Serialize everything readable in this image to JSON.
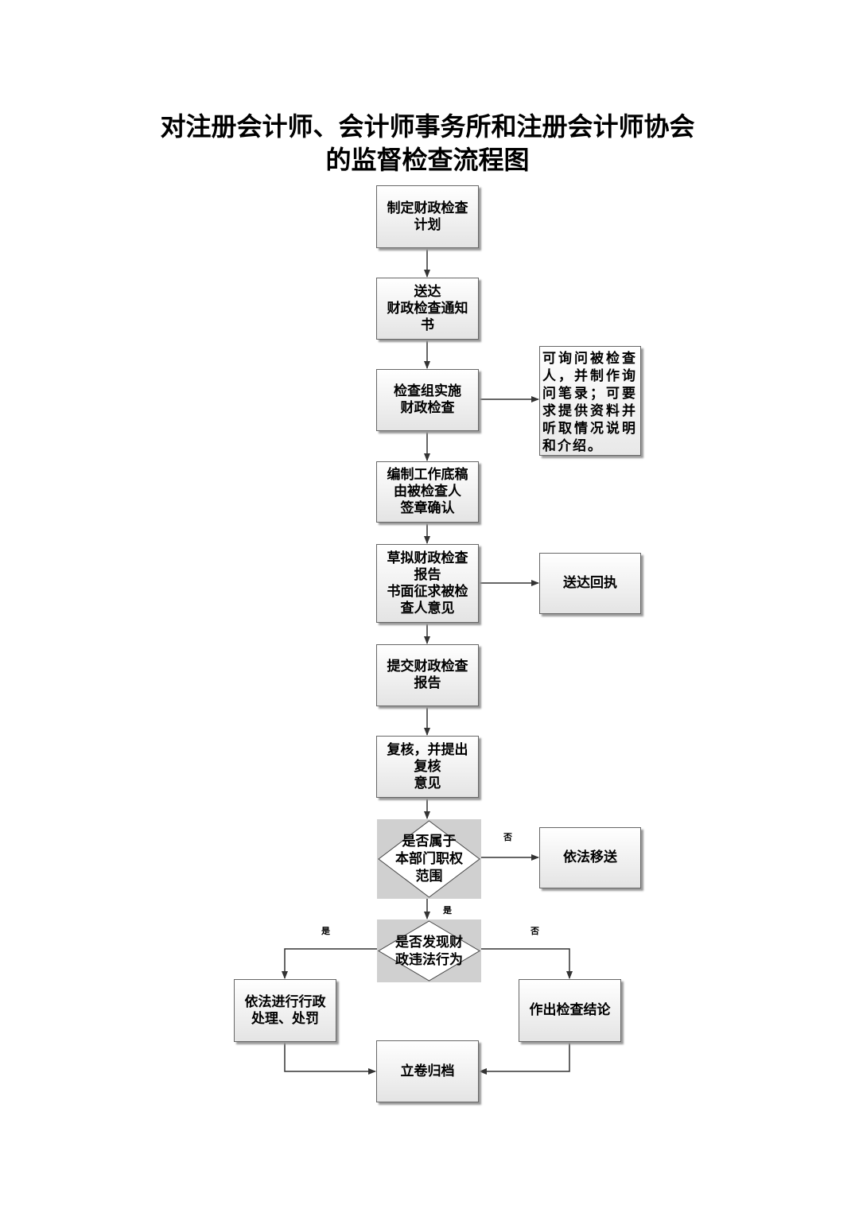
{
  "title": {
    "line1": "对注册会计师、会计师事务所和注册会计师协会",
    "line2": "的监督检查流程图"
  },
  "steps": {
    "plan": "制定财政检查\n计划",
    "notice": "送达\n财政检查通知\n书",
    "implement": "检查组实施\n财政检查",
    "interview_note": "可询问被检查人，并制作询问笔录；可要求提供资料并听取情况说明和介绍。",
    "working_papers": "编制工作底稿\n由被检查人\n签章确认",
    "draft_report": "草拟财政检查\n报告\n书面征求被检\n查人意见",
    "receipt": "送达回执",
    "submit_report": "提交财政检查\n报告",
    "review": "复核，并提出\n复核\n意见",
    "decision_scope": "是否属于\n本部门职权\n范围",
    "transfer": "依法移送",
    "decision_violation": "是否发现财\n政违法行为",
    "penalty": "依法进行行政\n处理、处罚",
    "conclusion": "作出检查结论",
    "archive": "立卷归档"
  },
  "edge_labels": {
    "scope_no": "否",
    "scope_yes": "是",
    "violation_yes": "是",
    "violation_no": "否"
  }
}
